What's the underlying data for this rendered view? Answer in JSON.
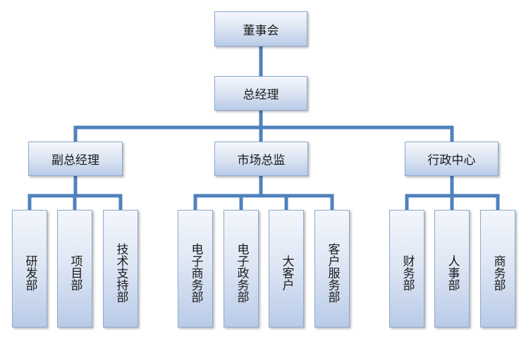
{
  "org_chart": {
    "root": {
      "label": "董事会"
    },
    "ceo": {
      "label": "总经理"
    },
    "branches": [
      {
        "label": "副总经理",
        "children": [
          "研发部",
          "项目部",
          "技术支持部"
        ]
      },
      {
        "label": "市场总监",
        "children": [
          "电子商务部",
          "电子政务部",
          "大客户",
          "客户服务部"
        ]
      },
      {
        "label": "行政中心",
        "children": [
          "财务部",
          "人事部",
          "商务部"
        ]
      }
    ]
  },
  "colors": {
    "connector": "#4f81bd",
    "box_border": "#8ea9cf",
    "box_gradient_top": "#f3f6fb",
    "box_gradient_bottom": "#b9cbe8"
  }
}
